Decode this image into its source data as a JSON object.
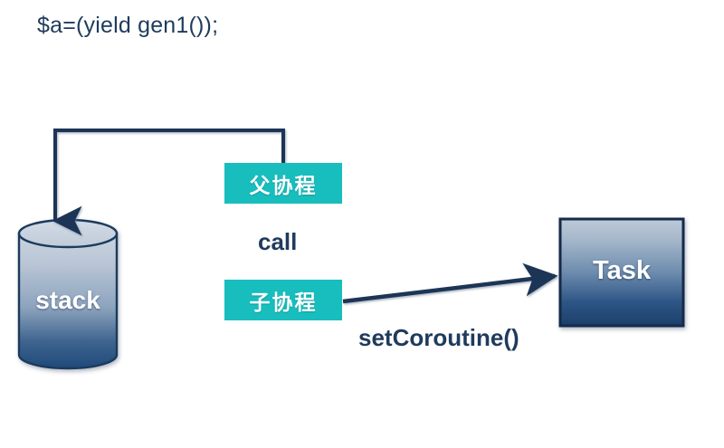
{
  "diagram": {
    "title": "$a=(yield gen1());",
    "nodes": {
      "stack": {
        "label": "stack",
        "shape": "cylinder",
        "fill_top": "#c4cfdb",
        "fill_bottom": "#1f4a7a",
        "stroke": "#1b3a5c"
      },
      "parent_coroutine": {
        "label": "父协程",
        "shape": "rectangle",
        "fill": "#18bdbd",
        "text_color": "#ffffff"
      },
      "child_coroutine": {
        "label": "子协程",
        "shape": "rectangle",
        "fill": "#18bdbd",
        "text_color": "#ffffff"
      },
      "task": {
        "label": "Task",
        "shape": "rectangle",
        "fill_top": "#b9c6d6",
        "fill_bottom": "#1c3f6b",
        "stroke": "#14294a",
        "text_color": "#ffffff"
      }
    },
    "edges": [
      {
        "name": "parent-to-stack",
        "from": "parent_coroutine",
        "to": "stack",
        "style": "elbow",
        "color": "#1b3556",
        "label": ""
      },
      {
        "name": "child-to-task",
        "from": "child_coroutine",
        "to": "task",
        "style": "straight",
        "color": "#1b3556",
        "label": "setCoroutine()"
      }
    ],
    "annotations": {
      "call": "call",
      "set_coroutine": "setCoroutine()"
    },
    "colors": {
      "text_navy": "#1f3b5c",
      "teal": "#18bdbd",
      "arrow": "#1b3556",
      "background": "#ffffff"
    }
  }
}
